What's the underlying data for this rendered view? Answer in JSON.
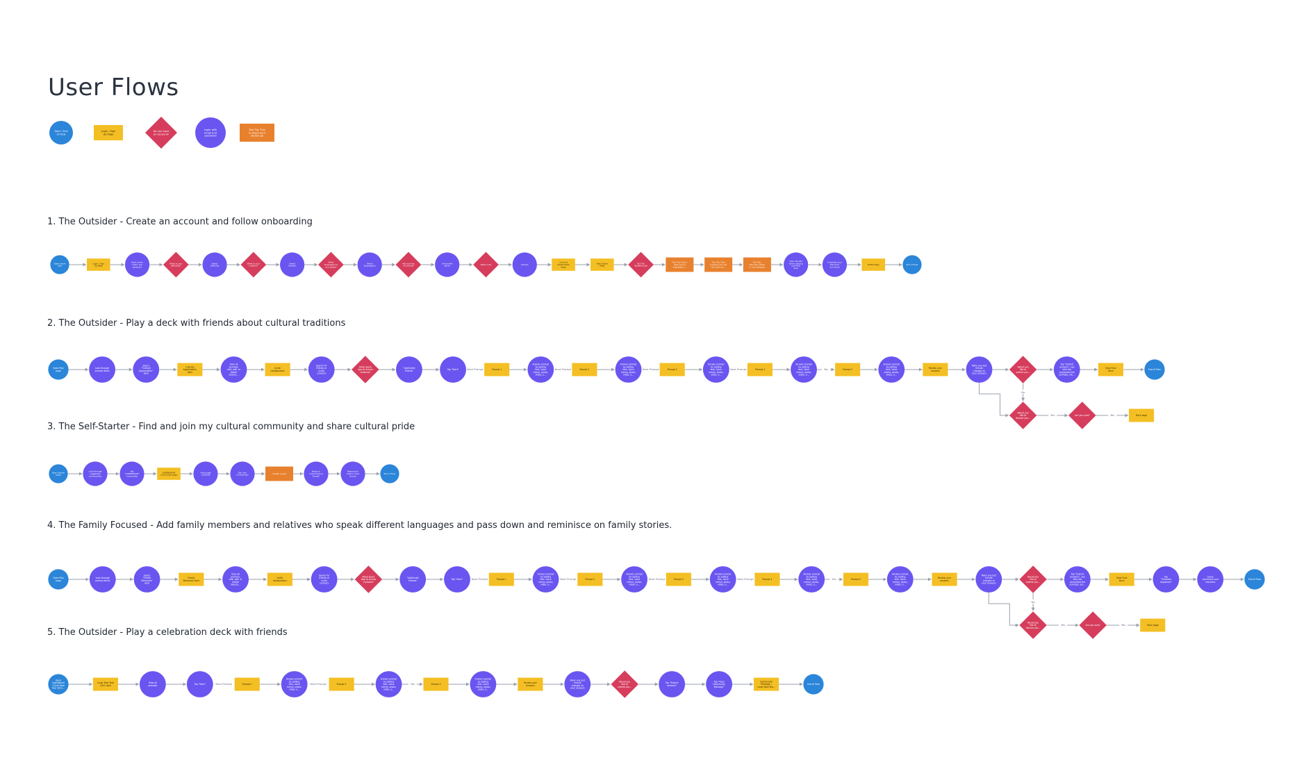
{
  "title": "User Flows",
  "colors": {
    "terminal": "#2b85d9",
    "page": "#f4bf24",
    "decision": "#d63d5c",
    "action": "#6a55f0",
    "tip": "#e8812e",
    "line": "#9aa0ab",
    "title": "#2b3340"
  },
  "legend": [
    {
      "kind": "terminal",
      "label": "Start / End of Flow"
    },
    {
      "kind": "page",
      "label": "Login / Sign Up Page"
    },
    {
      "kind": "decision",
      "label": "Do you have an account?"
    },
    {
      "kind": "action",
      "label": "Login with email and password"
    },
    {
      "kind": "tip",
      "label": "Tool Tip: This is where your stories go"
    }
  ],
  "flows": [
    {
      "title": "1. The Outsider - Create an account and follow onboarding",
      "steps": [
        {
          "kind": "terminal",
          "label": "Open Spark App"
        },
        {
          "kind": "page",
          "label": "Login / Sign Up Page"
        },
        {
          "kind": "action",
          "label": "Input name, email, and password"
        },
        {
          "kind": "decision",
          "label": "What is your ethnicity?"
        },
        {
          "kind": "action",
          "label": "Select ethnicity"
        },
        {
          "kind": "decision",
          "label": "What is your location?"
        },
        {
          "kind": "action",
          "label": "Select location"
        },
        {
          "kind": "decision",
          "label": "What languages do you speak?"
        },
        {
          "kind": "action",
          "label": "Select language(s)"
        },
        {
          "kind": "decision",
          "label": "Add a photo of yourself"
        },
        {
          "kind": "action",
          "label": "Add profile photo"
        },
        {
          "kind": "decision",
          "label": "Write a bio"
        },
        {
          "kind": "action",
          "label": "Add bio"
        },
        {
          "kind": "page",
          "label": "Account Confirmation Page"
        },
        {
          "kind": "page",
          "label": "Start Spark Page"
        },
        {
          "kind": "decision",
          "label": "Tool Tip Walkthrough"
        },
        {
          "kind": "tip",
          "label": "Tool Tip: Find a deck you're interested in here or create your own deck"
        },
        {
          "kind": "tip",
          "label": "Tool Tip: This is where you can find and view your completed decks"
        },
        {
          "kind": "tip",
          "label": "Tool Tip: Discover others in one Category"
        },
        {
          "kind": "action",
          "label": "User decides which playing your first deck"
        },
        {
          "kind": "action",
          "label": "Complete your first deck and share"
        },
        {
          "kind": "page",
          "label": "Profile Page"
        },
        {
          "kind": "terminal",
          "label": "End of Flow"
        }
      ]
    },
    {
      "title": "2. The Outsider - Play a deck with friends about cultural traditions",
      "steps": [
        {
          "kind": "terminal",
          "label": "Open Play page"
        },
        {
          "kind": "action",
          "label": "Look through prompt decks"
        },
        {
          "kind": "action",
          "label": "Select \"Cultural Appreciation\" deck"
        },
        {
          "kind": "page",
          "label": "Cultural Appreciation deck"
        },
        {
          "kind": "action",
          "label": "View all prompts, edit, add, or delete selected prompts from the deck"
        },
        {
          "kind": "page",
          "label": "Invite collaborators"
        },
        {
          "kind": "action",
          "label": "Search for friends or invite contacts"
        },
        {
          "kind": "decision",
          "label": "Allow Spark App to access contacts?"
        },
        {
          "kind": "action",
          "label": "\"Add/Invite Friends\""
        },
        {
          "kind": "action",
          "label": "Tap \"Start\""
        },
        {
          "kind": "page",
          "label": "Prompt 1"
        },
        {
          "kind": "action",
          "label": "Answer prompt by adding text, voice memo, photo, video, or tagging friends"
        },
        {
          "kind": "page",
          "label": "Prompt 2"
        },
        {
          "kind": "action",
          "label": "Answer prompt by adding text, voice memo, photo, video, or tagging friends"
        },
        {
          "kind": "page",
          "label": "Prompt 3"
        },
        {
          "kind": "action",
          "label": "Answer prompt by adding text, voice memo, photo, video, or tagging friends"
        },
        {
          "kind": "page",
          "label": "Prompt 4"
        },
        {
          "kind": "action",
          "label": "Answer prompt by adding text, voice memo, photo, video, or tagging friends"
        },
        {
          "kind": "page",
          "label": "Prompt 5"
        },
        {
          "kind": "action",
          "label": "Answer prompt by adding text, voice memo, photo, video, or tagging friends"
        },
        {
          "kind": "page",
          "label": "Review your answers"
        },
        {
          "kind": "action",
          "label": "Make any last minute changes to your answers"
        },
        {
          "kind": "decision",
          "label": "Would you like to submit your answers?"
        },
        {
          "kind": "action",
          "label": "Tap \"Submit answers\", see who has completed the prompts, view others answers, or go back to profile"
        },
        {
          "kind": "page",
          "label": "View Final Deck"
        },
        {
          "kind": "terminal",
          "label": "End of Flow"
        }
      ],
      "labels": [
        "Next Prompt",
        "Next Prompt",
        "Next Prompt",
        "Next Prompt",
        "Yes"
      ],
      "branch": [
        {
          "kind": "decision",
          "label": "Would you like to discard your answers and exit?"
        },
        {
          "kind": "decision",
          "label": "Are you sure?"
        },
        {
          "kind": "page",
          "label": "Deck page"
        }
      ],
      "branch_labels": [
        "No",
        "Yes",
        "Yes"
      ]
    },
    {
      "title": "3. The Self-Starter - Find and join my cultural community and share cultural pride",
      "steps": [
        {
          "kind": "terminal",
          "label": "Open Search page"
        },
        {
          "kind": "action",
          "label": "Look through suggested communities"
        },
        {
          "kind": "action",
          "label": "Tap \"QUEERASIAN\" community"
        },
        {
          "kind": "page",
          "label": "QUEERASIAN community page"
        },
        {
          "kind": "action",
          "label": "View page contents"
        },
        {
          "kind": "action",
          "label": "Tap \"Join Community\""
        },
        {
          "kind": "tip",
          "label": "Create a post"
        },
        {
          "kind": "action",
          "label": "Reply to \"Introductions Thread\""
        },
        {
          "kind": "action",
          "label": "Respond to others in the thread"
        },
        {
          "kind": "terminal",
          "label": "End of Flow"
        }
      ]
    },
    {
      "title": "4. The Family Focused - Add family members and relatives who speak different languages and pass down and reminisce on family stories.",
      "steps": [
        {
          "kind": "terminal",
          "label": "Open Play page"
        },
        {
          "kind": "action",
          "label": "Look through prompt decks"
        },
        {
          "kind": "action",
          "label": "Select \"Family Memories\" deck"
        },
        {
          "kind": "page",
          "label": "Family Memories deck"
        },
        {
          "kind": "action",
          "label": "View all prompts, edit, add, or delete selected prompts from the deck"
        },
        {
          "kind": "page",
          "label": "Invite collaborators"
        },
        {
          "kind": "action",
          "label": "Search for friends or invite contacts"
        },
        {
          "kind": "decision",
          "label": "Allow Spark App to access contacts?"
        },
        {
          "kind": "action",
          "label": "\"Add/Invite Friends\""
        },
        {
          "kind": "action",
          "label": "Tap \"Start\""
        },
        {
          "kind": "page",
          "label": "Prompt 1"
        },
        {
          "kind": "action",
          "label": "Answer prompt by adding text, voice memo, photo, video, or tagging friends"
        },
        {
          "kind": "page",
          "label": "Prompt 2"
        },
        {
          "kind": "action",
          "label": "Answer prompt by adding text, voice memo, photo, video, or tagging friends"
        },
        {
          "kind": "page",
          "label": "Prompt 3"
        },
        {
          "kind": "action",
          "label": "Answer prompt by adding text, voice memo, photo, video, or tagging friends"
        },
        {
          "kind": "page",
          "label": "Prompt 4"
        },
        {
          "kind": "action",
          "label": "Answer prompt by adding text, voice memo, photo, video, or tagging friends"
        },
        {
          "kind": "page",
          "label": "Prompt 5"
        },
        {
          "kind": "action",
          "label": "Answer prompt by adding text, voice memo, photo, video, or tagging friends"
        },
        {
          "kind": "page",
          "label": "Review your answers"
        },
        {
          "kind": "action",
          "label": "Make any last minute changes to your answers"
        },
        {
          "kind": "decision",
          "label": "Would you like to submit your answers?"
        },
        {
          "kind": "action",
          "label": "Tap \"Submit answers\", see who has completed the prompts, view others answers, or go back to profile"
        },
        {
          "kind": "page",
          "label": "View Final Deck"
        },
        {
          "kind": "action",
          "label": "Tap \"Translate responses\""
        },
        {
          "kind": "action",
          "label": "Leave comments and reactions"
        },
        {
          "kind": "terminal",
          "label": "End of Flow"
        }
      ],
      "labels": [
        "Next Prompt",
        "Next Prompt",
        "Next Prompt",
        "Next Prompt",
        "Yes"
      ],
      "branch": [
        {
          "kind": "decision",
          "label": "Would you like to discard your answers and exit?"
        },
        {
          "kind": "decision",
          "label": "Are you sure?"
        },
        {
          "kind": "page",
          "label": "Deck page"
        }
      ],
      "branch_labels": [
        "No",
        "Yes",
        "Yes"
      ]
    },
    {
      "title": "5. The Outsider - Play a celebration deck with friends",
      "steps": [
        {
          "kind": "terminal",
          "label": "Open highlighted \"Lunar New Year 2021\" deck"
        },
        {
          "kind": "page",
          "label": "Lunar New Year 2021 deck"
        },
        {
          "kind": "action",
          "label": "View all prompts"
        },
        {
          "kind": "action",
          "label": "Tap \"Start\""
        },
        {
          "kind": "page",
          "label": "Prompt 1"
        },
        {
          "kind": "action",
          "label": "Answer prompt by adding text, voice memo, photo, video, or tagging friends"
        },
        {
          "kind": "page",
          "label": "Prompt 2"
        },
        {
          "kind": "action",
          "label": "Answer prompt by adding text, voice memo, photo, video, or tagging friends"
        },
        {
          "kind": "page",
          "label": "Prompt 3"
        },
        {
          "kind": "action",
          "label": "Answer prompt by adding text, voice memo, photo, video, or tagging friends"
        },
        {
          "kind": "page",
          "label": "Review your answers"
        },
        {
          "kind": "action",
          "label": "Make any last minute changes to your answers"
        },
        {
          "kind": "decision",
          "label": "Would you like to submit your answers?"
        },
        {
          "kind": "action",
          "label": "Tap \"Submit answers\""
        },
        {
          "kind": "action",
          "label": "Tap \"View Community Montage\""
        },
        {
          "kind": "page",
          "label": "Community Montage - Lunar New Year 2021"
        },
        {
          "kind": "terminal",
          "label": "End of Flow"
        }
      ],
      "labels": [
        "Next Prompt",
        "Next Prompt",
        "Yes"
      ]
    }
  ]
}
